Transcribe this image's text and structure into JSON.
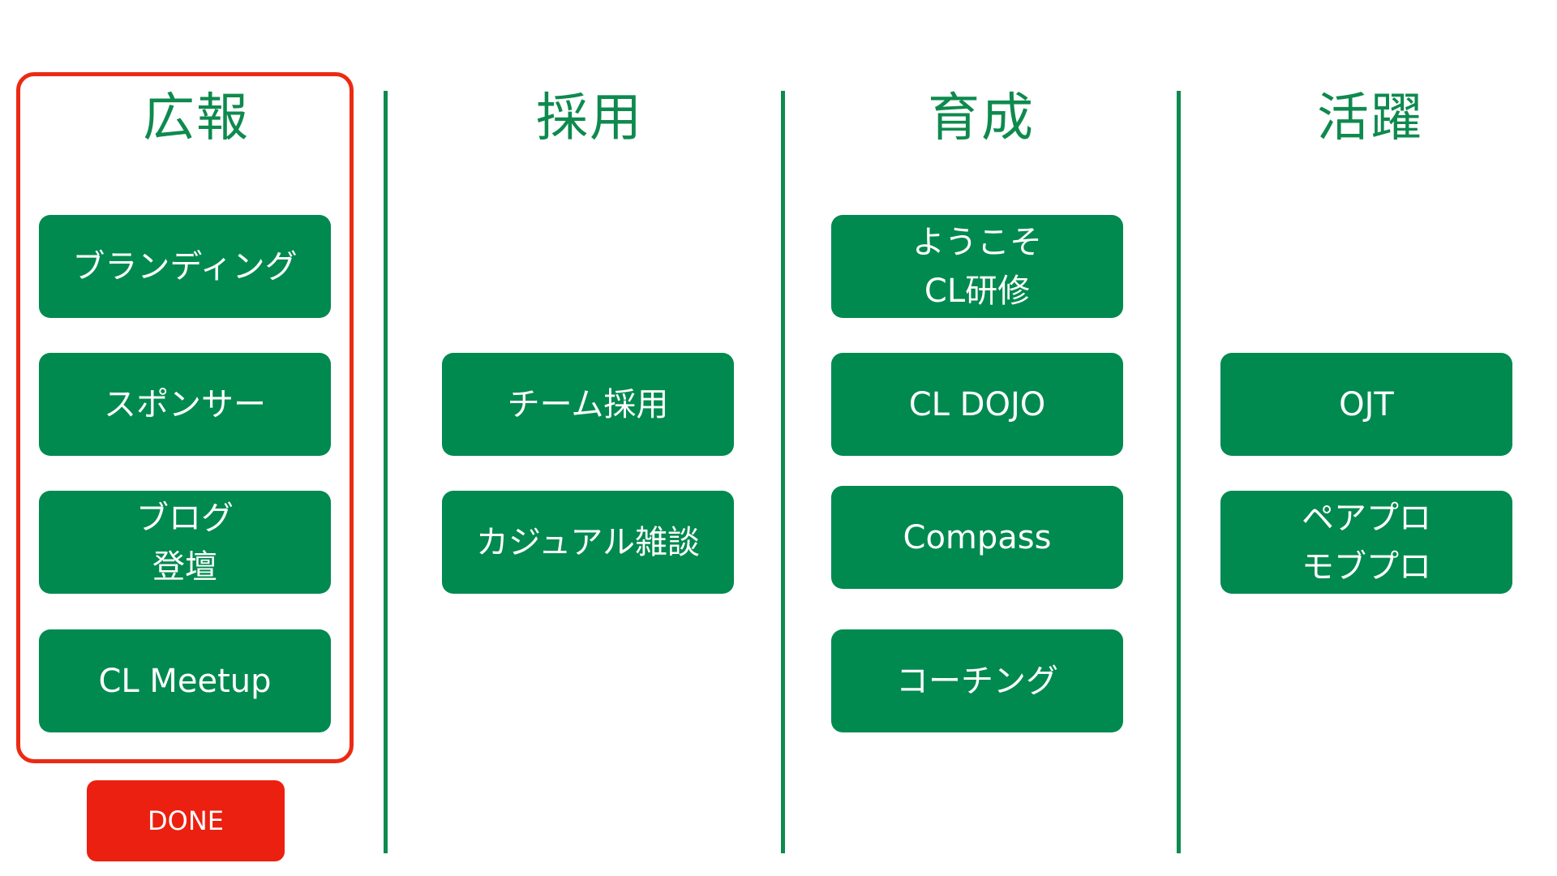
{
  "colors": {
    "green": "#008a4f",
    "title_green": "#0e8a4e",
    "highlight_red": "#ec2a13",
    "done_red": "#ec2010"
  },
  "columns": [
    {
      "title": "広報",
      "cards": [
        {
          "lines": [
            "ブランディング"
          ]
        },
        {
          "lines": [
            "スポンサー"
          ]
        },
        {
          "lines": [
            "ブログ",
            "登壇"
          ]
        },
        {
          "lines": [
            "CL Meetup"
          ]
        }
      ]
    },
    {
      "title": "採用",
      "cards": [
        {
          "lines": [
            "チーム採用"
          ]
        },
        {
          "lines": [
            "カジュアル雑談"
          ]
        }
      ]
    },
    {
      "title": "育成",
      "cards": [
        {
          "lines": [
            "ようこそ",
            "CL研修"
          ]
        },
        {
          "lines": [
            "CL DOJO"
          ]
        },
        {
          "lines": [
            "Compass"
          ]
        },
        {
          "lines": [
            "コーチング"
          ]
        }
      ]
    },
    {
      "title": "活躍",
      "cards": [
        {
          "lines": [
            "OJT"
          ]
        },
        {
          "lines": [
            "ペアプロ",
            "モブプロ"
          ]
        }
      ]
    }
  ],
  "done_label": "DONE"
}
